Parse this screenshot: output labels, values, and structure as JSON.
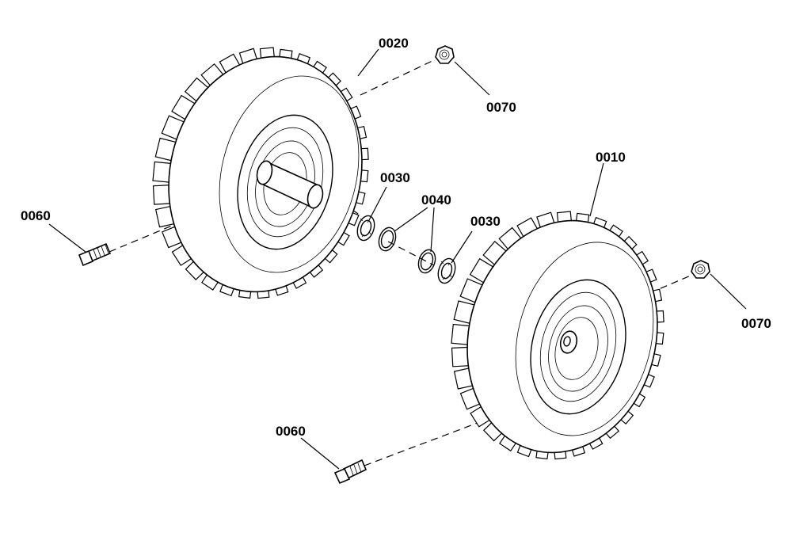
{
  "callouts": {
    "tire_left": "0020",
    "nut_top": "0070",
    "spacer_left": "0030",
    "washer": "0040",
    "spacer_right": "0030",
    "tire_right": "0010",
    "nut_right": "0070",
    "bolt_left": "0060",
    "bolt_bottom": "0060"
  }
}
